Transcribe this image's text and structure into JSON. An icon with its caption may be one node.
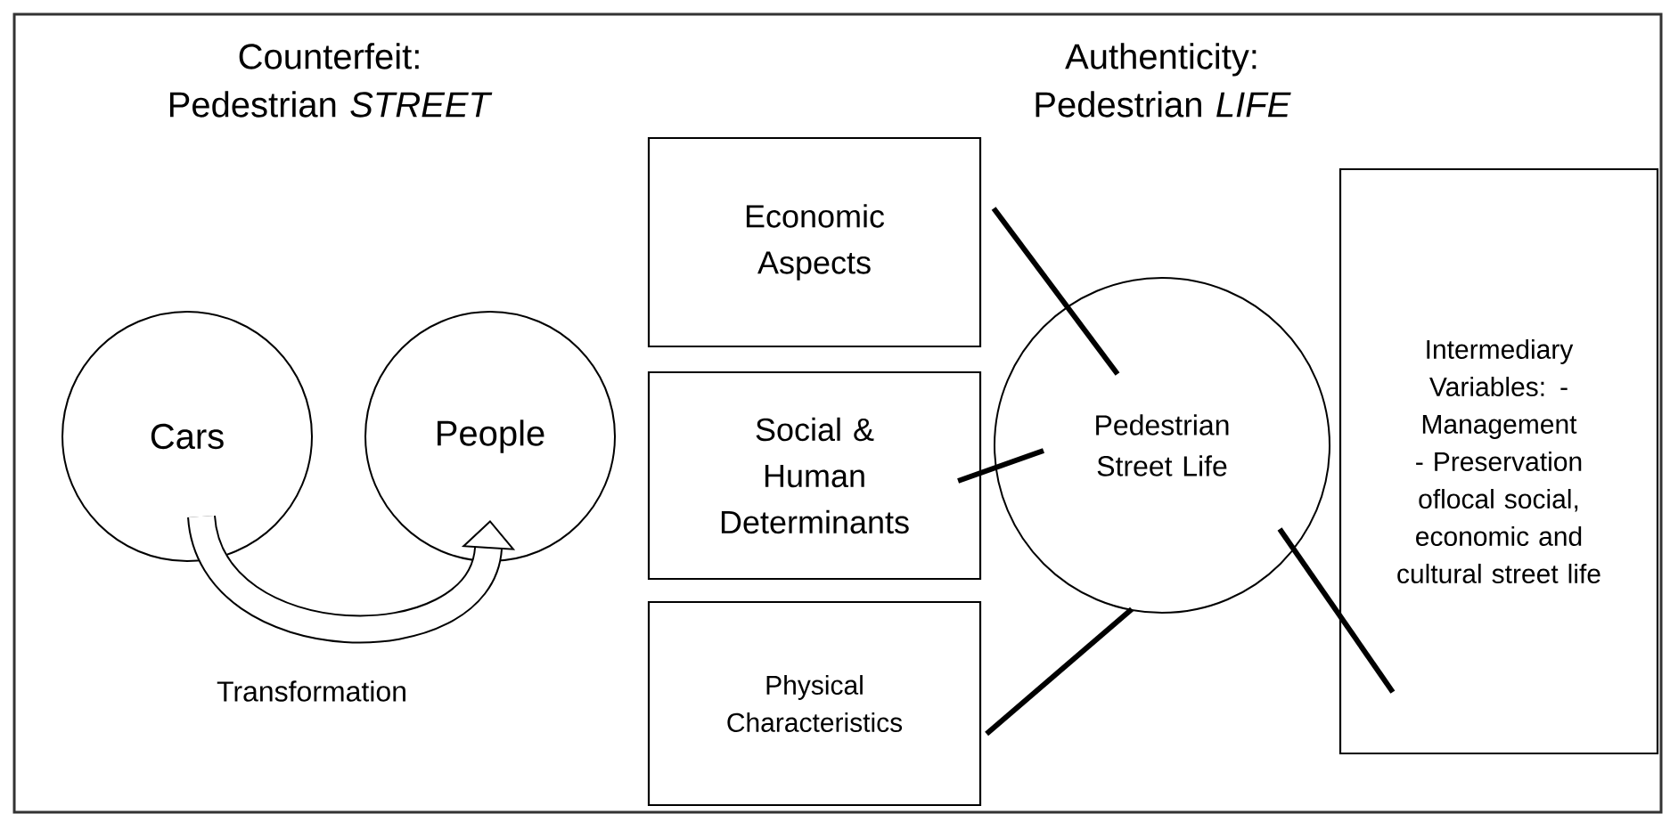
{
  "diagram": {
    "nodes": [
      {
        "text": [
          "Cars"
        ]
      },
      {
        "text": [
          "People"
        ]
      },
      {
        "text": [
          "Economic Aspects"
        ]
      },
      {
        "text": [
          "Social & Human Determinants"
        ]
      },
      {
        "text": [
          "Physical Characteristics"
        ]
      },
      {
        "text": [
          "Pedestrian Street Life"
        ]
      },
      {
        "text": [
          "Intermediary Variables: -Management - Preservation oflocal social, economic and cultural street life"
        ]
      }
    ],
    "edges": [
      {
        "from": 0,
        "to": 1,
        "arrow": "to",
        "label": "Transformation",
        "style": "thick"
      },
      {
        "from": 2,
        "to": 5,
        "arrow": "none"
      },
      {
        "from": 3,
        "to": 5,
        "arrow": "none"
      },
      {
        "from": 4,
        "to": 5,
        "arrow": "none"
      },
      {
        "from": 5,
        "to": 6,
        "arrow": "none"
      }
    ],
    "labels": [
      "Counterfeit: Pedestrian *STREET*",
      "Authenticity: Pedestrian *LIFE*"
    ]
  }
}
